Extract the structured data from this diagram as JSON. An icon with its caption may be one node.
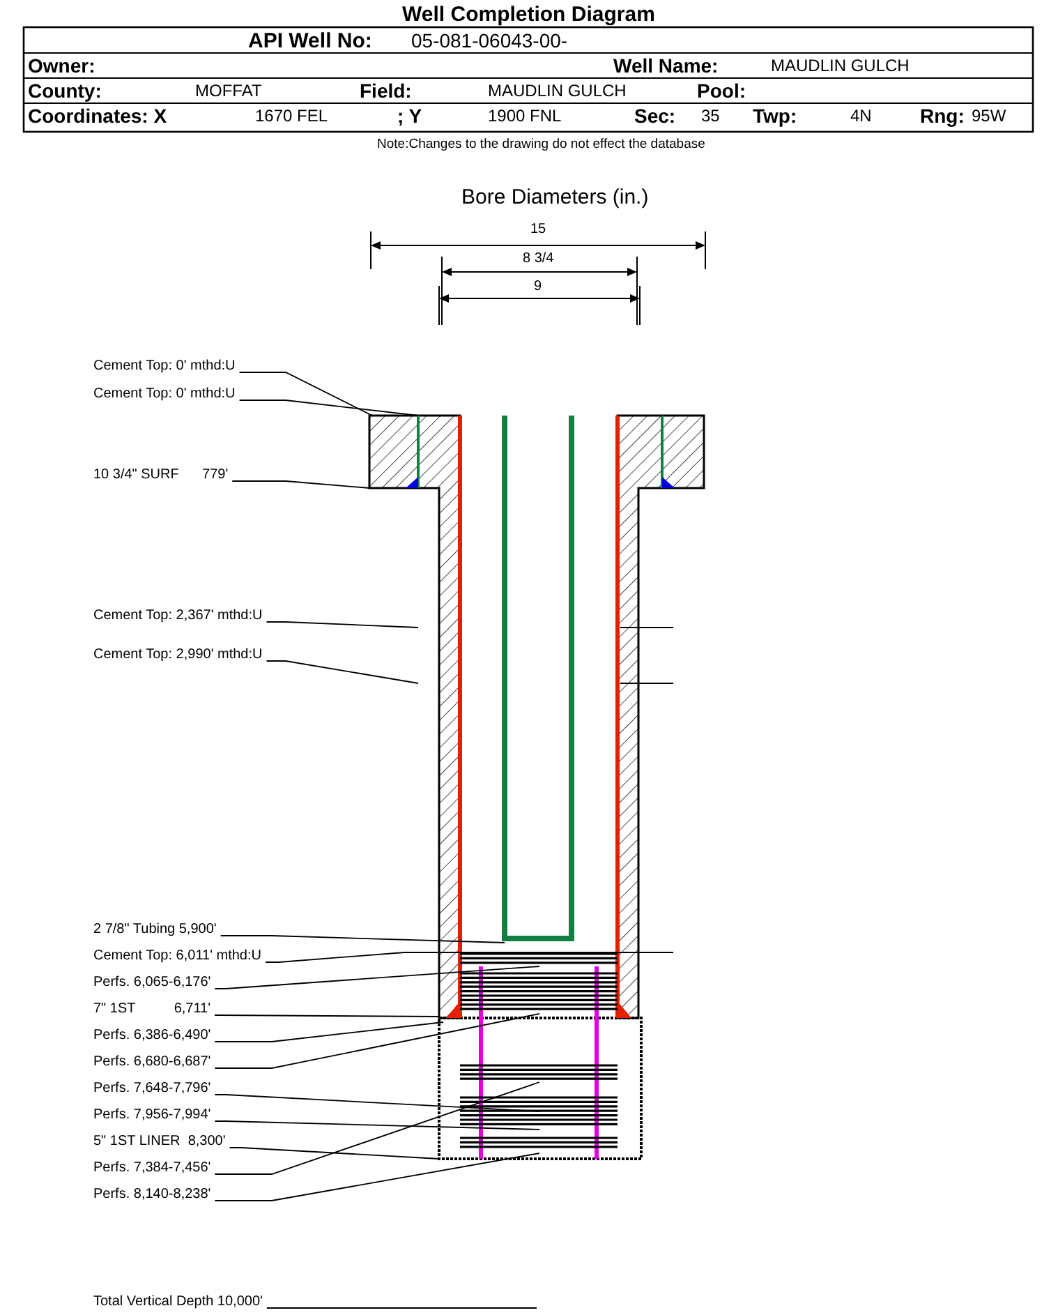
{
  "diagram": {
    "title": "Well Completion Diagram",
    "nodes": [
      {
        "text": [
          "Cement Top: 0' mthd:U"
        ]
      },
      {
        "text": [
          "Cement Top: 0' mthd:U"
        ]
      },
      {
        "text": [
          "10 3/4\" SURF      779'"
        ]
      },
      {
        "text": [
          "Cement Top: 2,367' mthd:U"
        ]
      },
      {
        "text": [
          "Cement Top: 2,990' mthd:U"
        ]
      },
      {
        "text": [
          "2 7/8\" Tubing 5,900'"
        ]
      },
      {
        "text": [
          "Cement Top: 6,011' mthd:U"
        ]
      },
      {
        "text": [
          "Perfs. 6,065-6,176'"
        ]
      },
      {
        "text": [
          "7\" 1ST          6,711'"
        ]
      },
      {
        "text": [
          "Perfs. 6,386-6,490'"
        ]
      },
      {
        "text": [
          "Perfs. 6,680-6,687'"
        ]
      },
      {
        "text": [
          "Perfs. 7,648-7,796'"
        ]
      },
      {
        "text": [
          "Perfs. 7,956-7,994'"
        ]
      },
      {
        "text": [
          "5\" 1ST LINER  8,300'"
        ]
      },
      {
        "text": [
          "Perfs. 7,384-7,456'"
        ]
      },
      {
        "text": [
          "Perfs. 8,140-8,238'"
        ]
      },
      {
        "text": [
          "Total Vertical Depth 10,000'"
        ]
      }
    ],
    "edges": [
      {
        "from": 0,
        "to": null,
        "arrow": "none"
      },
      {
        "from": 1,
        "to": null,
        "arrow": "none"
      },
      {
        "from": 2,
        "to": null,
        "arrow": "none"
      },
      {
        "from": 3,
        "to": null,
        "arrow": "none"
      },
      {
        "from": 4,
        "to": null,
        "arrow": "none"
      },
      {
        "from": 5,
        "to": null,
        "arrow": "none"
      },
      {
        "from": 6,
        "to": null,
        "arrow": "none"
      },
      {
        "from": 7,
        "to": null,
        "arrow": "none"
      },
      {
        "from": 8,
        "to": null,
        "arrow": "none"
      },
      {
        "from": 9,
        "to": null,
        "arrow": "none"
      },
      {
        "from": 10,
        "to": null,
        "arrow": "none"
      },
      {
        "from": 11,
        "to": null,
        "arrow": "none"
      },
      {
        "from": 12,
        "to": null,
        "arrow": "none"
      },
      {
        "from": 13,
        "to": null,
        "arrow": "none"
      },
      {
        "from": 14,
        "to": null,
        "arrow": "none"
      },
      {
        "from": 15,
        "to": null,
        "arrow": "none"
      },
      {
        "from": 16,
        "to": null,
        "arrow": "none"
      }
    ],
    "labels": [
      "API Well No:",
      "05-081-06043-00-",
      "Owner:",
      "Well Name:",
      "MAUDLIN GULCH",
      "County:",
      "MOFFAT",
      "Field:",
      "MAUDLIN GULCH",
      "Pool:",
      "Coordinates: X",
      "1670 FEL",
      "; Y",
      "1900 FNL",
      "Sec:",
      "35",
      "Twp:",
      "4N",
      "Rng:",
      "95W",
      "Note:Changes to the drawing do not effect the database",
      "Bore Diameters (in.)",
      "15",
      "8 3/4",
      "9"
    ]
  }
}
